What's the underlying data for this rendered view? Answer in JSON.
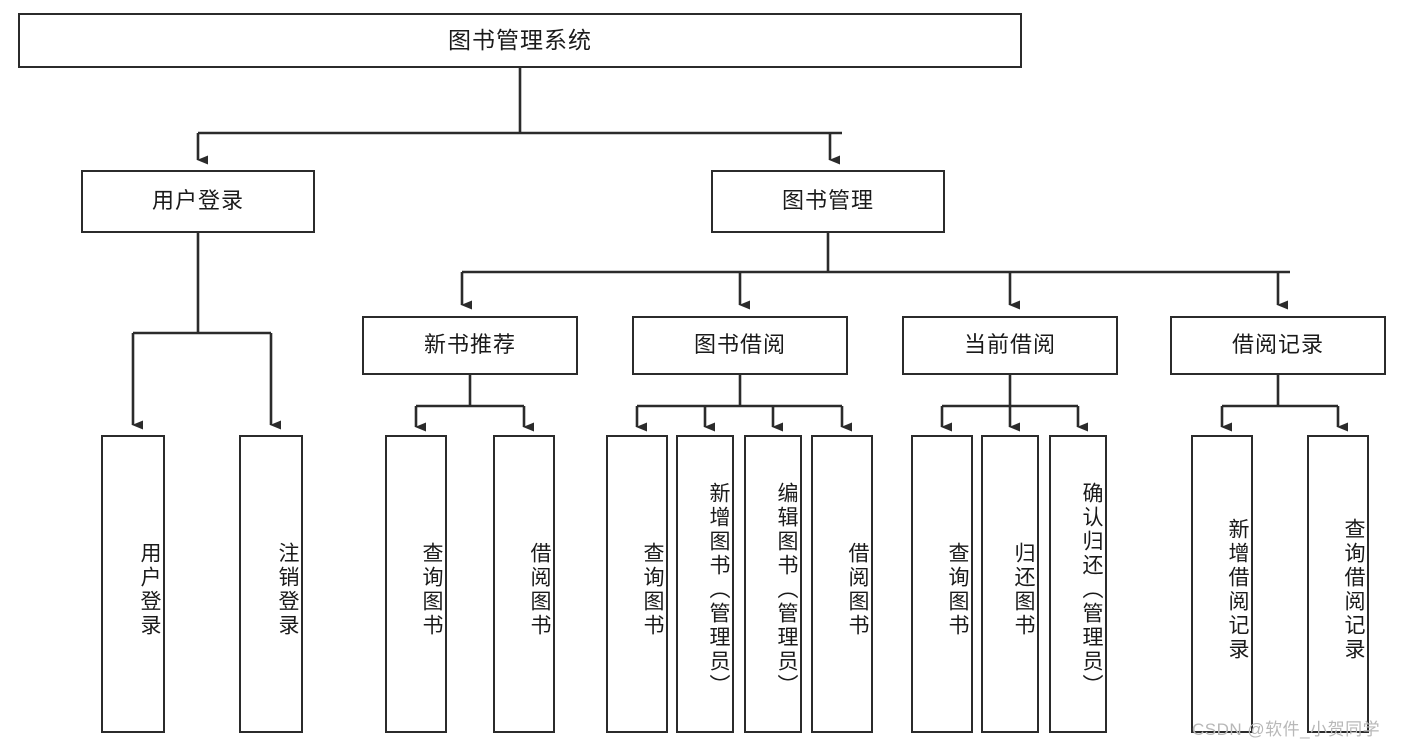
{
  "diagram": {
    "title": "图书管理系统",
    "type": "tree-hierarchy-chart",
    "watermark": "CSDN @软件_小贺同学",
    "colors": {
      "border": "#2b2b2b",
      "background": "#ffffff",
      "text": "#1a1a1a",
      "connector": "#2b2b2b",
      "watermark": "#b8b8b8"
    },
    "levels": {
      "level0": [
        {
          "id": "root",
          "label": "图书管理系统"
        }
      ],
      "level1": [
        {
          "id": "user-login",
          "label": "用户登录"
        },
        {
          "id": "book-manage",
          "label": "图书管理"
        }
      ],
      "level2": [
        {
          "id": "new-book-recommend",
          "label": "新书推荐",
          "parent": "book-manage"
        },
        {
          "id": "book-borrow",
          "label": "图书借阅",
          "parent": "book-manage"
        },
        {
          "id": "current-borrow",
          "label": "当前借阅",
          "parent": "book-manage"
        },
        {
          "id": "borrow-record",
          "label": "借阅记录",
          "parent": "book-manage"
        }
      ],
      "level3": [
        {
          "id": "leaf-user-login",
          "label": "用户登录",
          "parent": "user-login"
        },
        {
          "id": "leaf-logout-login",
          "label": "注销登录",
          "parent": "user-login"
        },
        {
          "id": "leaf-query-book-1",
          "label": "查询图书",
          "parent": "new-book-recommend"
        },
        {
          "id": "leaf-borrow-book-1",
          "label": "借阅图书",
          "parent": "new-book-recommend"
        },
        {
          "id": "leaf-query-book-2",
          "label": "查询图书",
          "parent": "book-borrow"
        },
        {
          "id": "leaf-add-book",
          "label": "新增图书（管理员）",
          "parent": "book-borrow"
        },
        {
          "id": "leaf-edit-book",
          "label": "编辑图书（管理员）",
          "parent": "book-borrow"
        },
        {
          "id": "leaf-borrow-book-2",
          "label": "借阅图书",
          "parent": "book-borrow"
        },
        {
          "id": "leaf-query-book-3",
          "label": "查询图书",
          "parent": "current-borrow"
        },
        {
          "id": "leaf-return-book",
          "label": "归还图书",
          "parent": "current-borrow"
        },
        {
          "id": "leaf-confirm-return",
          "label": "确认归还（管理员）",
          "parent": "current-borrow"
        },
        {
          "id": "leaf-add-record",
          "label": "新增借阅记录",
          "parent": "borrow-record"
        },
        {
          "id": "leaf-query-record",
          "label": "查询借阅记录",
          "parent": "borrow-record"
        }
      ]
    }
  }
}
